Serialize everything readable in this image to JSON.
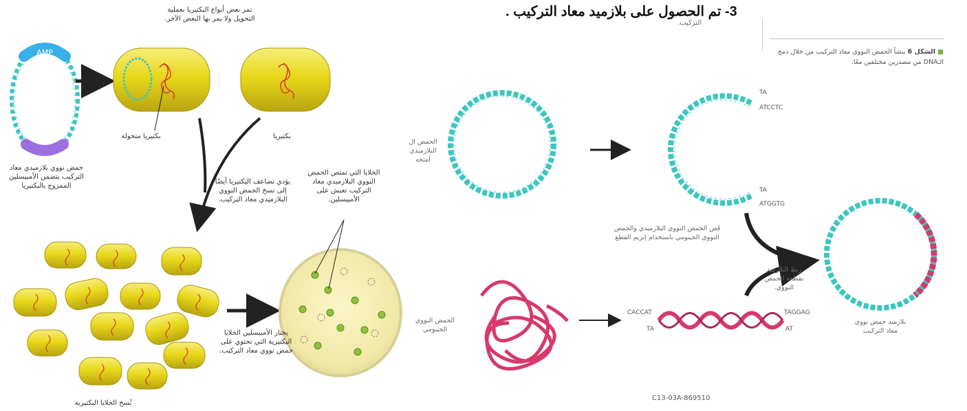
{
  "heading": "3-  تم الحصول على بلازميد معاد التركيب .",
  "sub_heading": "التركيب.",
  "caption": {
    "figure_label": "الشكل 6",
    "text": "ينشأ الحمض النووي معاد التركيب من خلال دمج الـDNA من مصدرين مختلفين معًا."
  },
  "left_panel": {
    "plasmid_amp_label": "AMP",
    "plasmid_caption": "حمض نووي بلازميدي معاد التركيب يتضمن الأمبيسلين الممزوج بالبكتيريا",
    "transform_note": "تمر بعض أنواع البكتيريا بعملية التحويل ولا يمر بها البعض الآخر.",
    "transformed_bacterium": "بكتيريا متحولة",
    "bacterium": "بكتيريا",
    "replication_note": "يؤدي تضاعف البكتيريا أيضًا إلى نسخ الحمض النووي البلازميدي معاد التركيب.",
    "colonies_caption": "نُسخ الخلايا البكتيرية",
    "selection_note": "يختار الأمبيسلين الخلايا البكتيرية التي تحتوي على حمض نووي معاد التركيب.",
    "survivors_note": "الخلايا التي تمتص الحمض النووي البلازميدي معاد التركيب تعيش على الأمبيسلين."
  },
  "right_panel": {
    "plasmid_dna": "الحمض ال البلازميدي أمتجه",
    "cut_top_end": "TA",
    "cut_top_seq": "ATCCTC",
    "cut_bottom_end": "TA",
    "cut_bottom_seq": "ATGGTG",
    "cut_note": "قَص الحمض النووي البلازميدي والحمض النووي الجينومي باستخدام إنزيم القطع",
    "genomic_dna": "الحمض النووي الجينومي",
    "frag_left_top": "CACCAT",
    "frag_left_bottom": "TA",
    "frag_right_top": "TAGGAG",
    "frag_right_bottom": "AT",
    "ligate_note": "ربط البلازميد بقطعة الحمض النووي.",
    "result_caption": "بلازميد حمض نووي معاد التركيب",
    "credit": "C13-03A-869510"
  },
  "colors": {
    "plasmid_teal": "#3cc6c0",
    "genomic_pink": "#d63a6a",
    "amp_blue": "#3ab0e8",
    "amp_purple": "#9b6fe0",
    "cell_yellow": "#e8d81a",
    "arrow": "#222222"
  }
}
